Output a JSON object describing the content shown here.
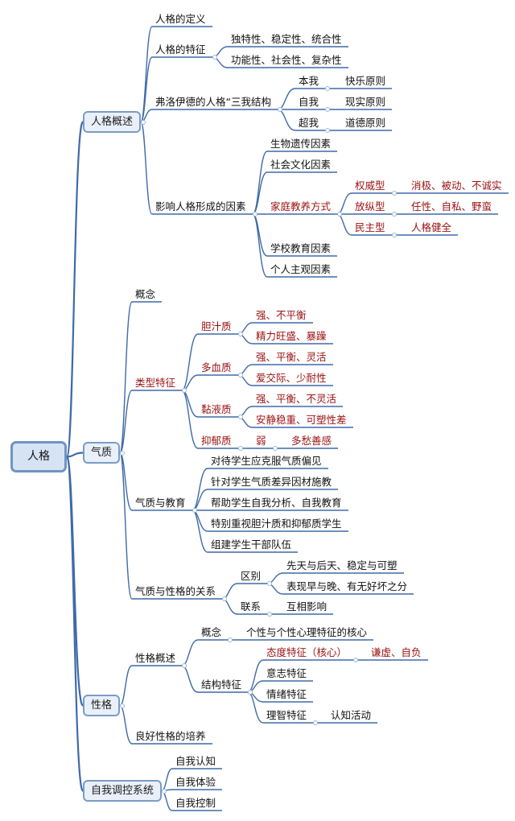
{
  "mindmap": {
    "root": "人格",
    "branches": [
      {
        "label": "人格概述",
        "children": [
          {
            "label": "人格的定义"
          },
          {
            "label": "人格的特征",
            "children": [
              {
                "label": "独特性、稳定性、统合性"
              },
              {
                "label": "功能性、社会性、复杂性"
              }
            ]
          },
          {
            "label": "弗洛伊德的人格“三我结构",
            "children": [
              {
                "label": "本我",
                "children": [
                  {
                    "label": "快乐原则"
                  }
                ]
              },
              {
                "label": "自我",
                "children": [
                  {
                    "label": "现实原则"
                  }
                ]
              },
              {
                "label": "超我",
                "children": [
                  {
                    "label": "道德原则"
                  }
                ]
              }
            ]
          },
          {
            "label": "影响人格形成的因素",
            "children": [
              {
                "label": "生物遗传因素"
              },
              {
                "label": "社会文化因素"
              },
              {
                "label": "家庭教养方式",
                "children": [
                  {
                    "label": "权威型",
                    "children": [
                      {
                        "label": "消极、被动、不诚实"
                      }
                    ]
                  },
                  {
                    "label": "放纵型",
                    "children": [
                      {
                        "label": "任性、自私、野蛮"
                      }
                    ]
                  },
                  {
                    "label": "民主型",
                    "children": [
                      {
                        "label": "人格健全"
                      }
                    ]
                  }
                ]
              },
              {
                "label": "学校教育因素"
              },
              {
                "label": "个人主观因素"
              }
            ]
          }
        ]
      },
      {
        "label": "气质",
        "children": [
          {
            "label": "概念"
          },
          {
            "label": "类型特征",
            "children": [
              {
                "label": "胆汁质",
                "children": [
                  {
                    "label": "强、不平衡"
                  },
                  {
                    "label": "精力旺盛、暴躁"
                  }
                ]
              },
              {
                "label": "多血质",
                "children": [
                  {
                    "label": "强、平衡、灵活"
                  },
                  {
                    "label": "爱交际、少耐性"
                  }
                ]
              },
              {
                "label": "黏液质",
                "children": [
                  {
                    "label": "强、平衡、不灵活"
                  },
                  {
                    "label": "安静稳重、可塑性差"
                  }
                ]
              },
              {
                "label": "抑郁质",
                "children": [
                  {
                    "label": "弱",
                    "children": [
                      {
                        "label": "多愁善感"
                      }
                    ]
                  }
                ]
              }
            ]
          },
          {
            "label": "气质与教育",
            "children": [
              {
                "label": "对待学生应克服气质偏见"
              },
              {
                "label": "针对学生气质差异因材施教"
              },
              {
                "label": "帮助学生自我分析、自我教育"
              },
              {
                "label": "特别重视胆汁质和抑郁质学生"
              },
              {
                "label": "组建学生干部队伍"
              }
            ]
          },
          {
            "label": "气质与性格的关系",
            "children": [
              {
                "label": "区别",
                "children": [
                  {
                    "label": "先天与后天、稳定与可塑"
                  },
                  {
                    "label": "表现早与晚、有无好坏之分"
                  }
                ]
              },
              {
                "label": "联系",
                "children": [
                  {
                    "label": "互相影响"
                  }
                ]
              }
            ]
          }
        ]
      },
      {
        "label": "性格",
        "children": [
          {
            "label": "性格概述",
            "children": [
              {
                "label": "概念",
                "children": [
                  {
                    "label": "个性与个性心理特征的核心"
                  }
                ]
              },
              {
                "label": "结构特征",
                "children": [
                  {
                    "label": "态度特征（核心）",
                    "children": [
                      {
                        "label": "谦虚、自负"
                      }
                    ]
                  },
                  {
                    "label": "意志特征"
                  },
                  {
                    "label": "情绪特征"
                  },
                  {
                    "label": "理智特征",
                    "children": [
                      {
                        "label": "认知活动"
                      }
                    ]
                  }
                ]
              }
            ]
          },
          {
            "label": "良好性格的培养"
          }
        ]
      },
      {
        "label": "自我调控系统",
        "children": [
          {
            "label": "自我认知"
          },
          {
            "label": "自我体验"
          },
          {
            "label": "自我控制"
          }
        ]
      }
    ]
  },
  "colors": {
    "accent_red": "#9a1010",
    "line": "#3f6aa8",
    "box_fill": "#e9f0fa",
    "box_border": "#7a9cc6",
    "root_fill": "#d6e3f3"
  }
}
